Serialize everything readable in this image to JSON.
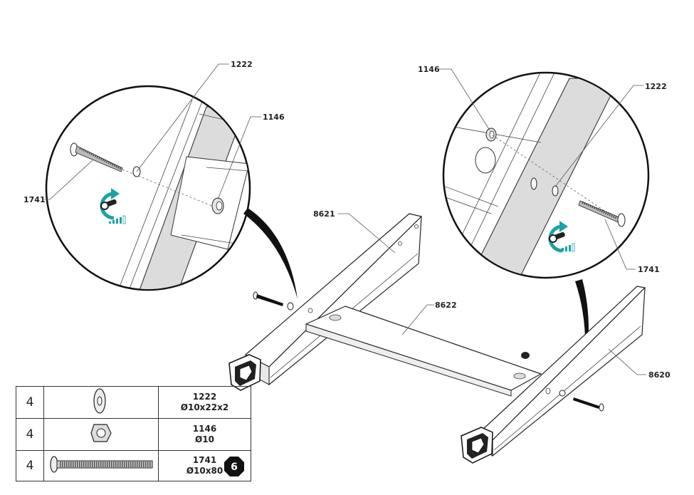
{
  "labels": {
    "left_washer": "1222",
    "left_nut": "1146",
    "left_bolt": "1741",
    "right_nut": "1146",
    "right_washer": "1222",
    "right_bolt": "1741",
    "left_rail": "8621",
    "cross_beam": "8622",
    "right_rail": "8620"
  },
  "parts": [
    {
      "qty": "4",
      "code": "1222",
      "spec": "Ø10x22x2",
      "icon": "washer-icon"
    },
    {
      "qty": "4",
      "code": "1146",
      "spec": "Ø10",
      "icon": "nut-icon"
    },
    {
      "qty": "4",
      "code": "1741",
      "spec": "Ø10x80",
      "icon": "bolt-icon"
    }
  ],
  "step_number": "6",
  "colors": {
    "accent": "#1aa3a3",
    "line": "#222222",
    "shade": "#dcdcdc"
  },
  "icons": [
    "tighten-wrench-icon",
    "torque-level-icon"
  ]
}
